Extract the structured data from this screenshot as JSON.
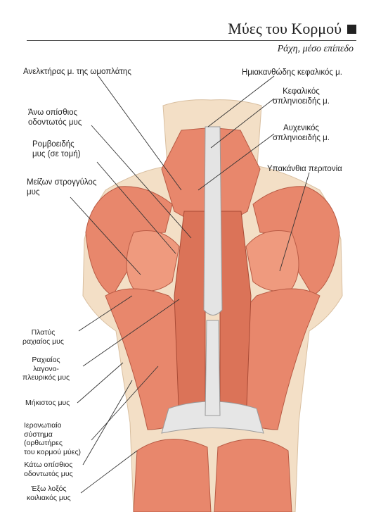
{
  "header": {
    "title": "Μύες του Κορμού",
    "subtitle": "Ράχη, μέσο επίπεδο"
  },
  "labels": {
    "levator_scapulae": "Ανελκτήρας μ. της ωμοπλάτης",
    "serratus_posterior_superior": "Άνω οπίσθιος\nοδοντωτός μυς",
    "rhomboid": "Ρομβοειδής\nμυς (σε τομή)",
    "teres_major": "Μείζων στρογγύλος\nμυς",
    "latissimus_dorsi": "Πλατύς\nραχιαίος μυς",
    "iliocostalis_lumborum": "Ραχιαίος\nλαγονο-\nπλευρικός μυς",
    "longissimus": "Μήκιστος μυς",
    "erector_spinae": "Ιερονωτιαίο\nσύστημα\n(ορθωτήρες\nτου κορμού μύες)",
    "serratus_posterior_inferior": "Κάτω οπίσθιος\nοδοντωτός μυς",
    "external_oblique": "Έξω λοξός\nκοιλιακός μυς",
    "semispinalis_capitis": "Ημιακανθώδης κεφαλικός μ.",
    "splenius_capitis": "Κεφαλικός\nσπληνιοειδής μ.",
    "splenius_cervicis": "Αυχενικός\nσπληνιοειδής μ.",
    "infraspinatus_fascia": "Υπακάνθια περιτονία"
  },
  "colors": {
    "skin": "#f3dfc6",
    "muscle": "#e8876c",
    "muscle_dark": "#c9573f",
    "muscle_light": "#f3b39c",
    "fascia": "#e6e6e6",
    "tendon": "#efe6cc",
    "leader": "#333333"
  }
}
